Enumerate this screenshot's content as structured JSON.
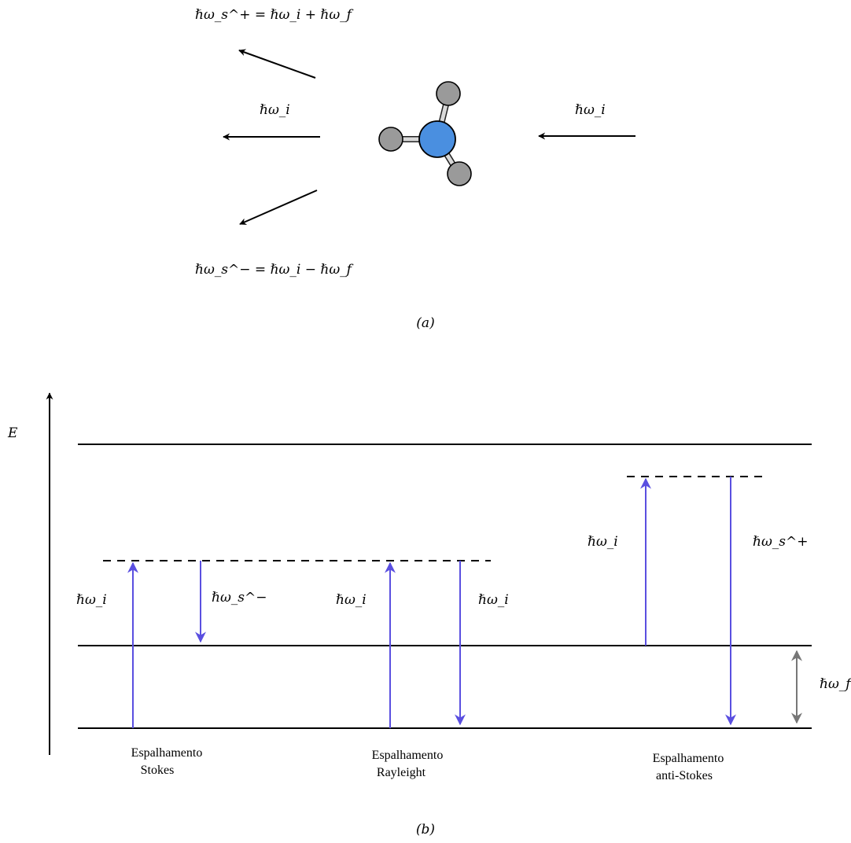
{
  "panel_a": {
    "caption": "(a)",
    "top_equation": "ℏω_s^+ = ℏω_i + ℏω_f",
    "middle_label": "ℏω_i",
    "right_label": "ℏω_i",
    "bottom_equation": "ℏω_s^− = ℏω_i − ℏω_f",
    "colors": {
      "central_atom": "#4a8fe0",
      "side_atoms": "#9a9a9a",
      "bonds": "#d9d9d9",
      "arrows": "#000000"
    }
  },
  "panel_b": {
    "caption": "(b)",
    "axis_label": "E",
    "stokes": {
      "up_label": "ℏω_i",
      "down_label": "ℏω_s^−",
      "caption_line1": "Espalhamento",
      "caption_line2": "Stokes"
    },
    "rayleigh": {
      "up_label": "ℏω_i",
      "down_label": "ℏω_i",
      "caption_line1": "Espalhamento",
      "caption_line2": "Rayleight"
    },
    "anti_stokes": {
      "up_label": "ℏω_i",
      "down_label": "ℏω_s^+",
      "caption_line1": "Espalhamento",
      "caption_line2": "anti-Stokes"
    },
    "gap_label": "ℏω_f",
    "colors": {
      "transition_arrows": "#5a4fe0",
      "gap_arrow": "#777777",
      "levels": "#000000"
    }
  }
}
